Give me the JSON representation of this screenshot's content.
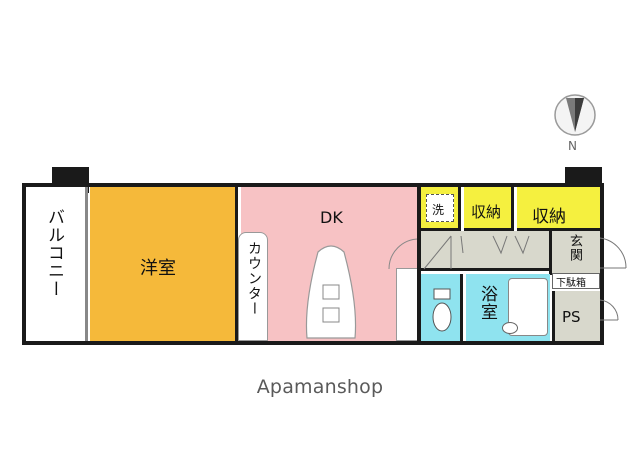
{
  "compass": {
    "north_label": "N",
    "icon": "compass-icon"
  },
  "rooms": {
    "balcony": "バルコニー",
    "western_room": "洋室",
    "dk": "DK",
    "counter": "カウンター",
    "laundry": "洗",
    "storage_1": "収納",
    "storage_2": "収納",
    "entrance": "玄関",
    "shoe_box": "下駄箱",
    "bathroom": "浴室",
    "ps": "PS"
  },
  "colors": {
    "western_room": "#f5b93a",
    "dk": "#f7c2c4",
    "storage": "#f5f03f",
    "toilet": "#8fe3ef",
    "utility": "#d8d8cc",
    "wall": "#1a1a1a"
  },
  "watermark": "Apamanshop"
}
